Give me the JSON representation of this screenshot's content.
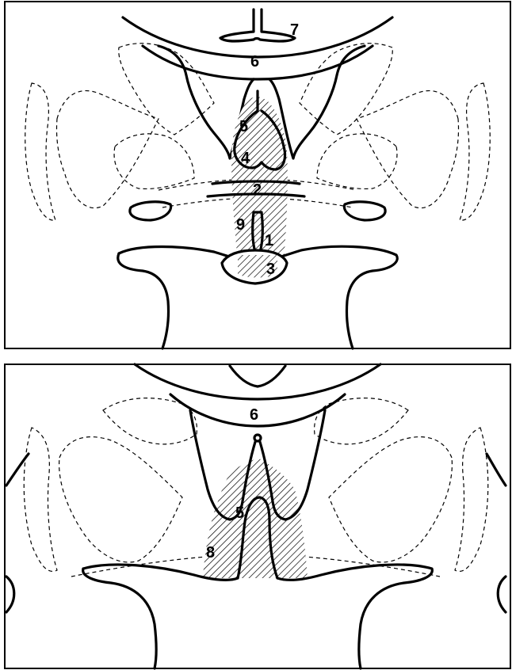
{
  "figure": {
    "panels": [
      {
        "name": "top",
        "labels": [
          "7",
          "6",
          "5",
          "4",
          "2",
          "9",
          "1",
          "3"
        ]
      },
      {
        "name": "bottom",
        "labels": [
          "6",
          "5",
          "8"
        ]
      }
    ],
    "colors": {
      "line": "#000000",
      "background": "#ffffff",
      "hatch": "#000000"
    }
  }
}
